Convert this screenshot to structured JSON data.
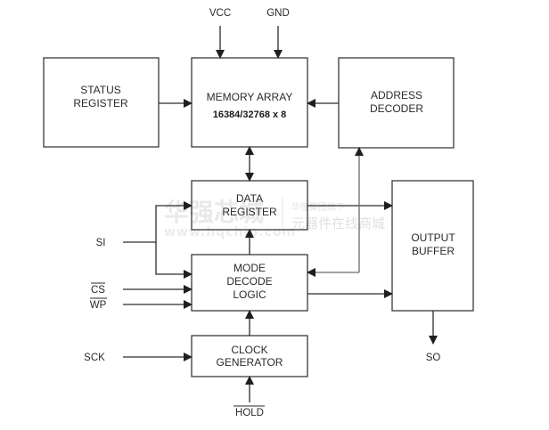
{
  "diagram": {
    "blocks": {
      "status_register": [
        "STATUS",
        "REGISTER"
      ],
      "memory_array": {
        "title": "MEMORY ARRAY",
        "size": "16384/32768 x 8"
      },
      "address_decoder": [
        "ADDRESS",
        "DECODER"
      ],
      "data_register": [
        "DATA",
        "REGISTER"
      ],
      "mode_decode_logic": [
        "MODE",
        "DECODE",
        "LOGIC"
      ],
      "clock_generator": [
        "CLOCK",
        "GENERATOR"
      ],
      "output_buffer": [
        "OUTPUT",
        "BUFFER"
      ]
    },
    "pins": {
      "vcc": "VCC",
      "gnd": "GND",
      "si": "SI",
      "cs": "CS",
      "wp": "WP",
      "sck": "SCK",
      "hold": "HOLD",
      "so": "SO"
    },
    "active_low_pins": [
      "CS",
      "WP",
      "HOLD"
    ],
    "connections": [
      {
        "from": "VCC",
        "to": "MEMORY ARRAY"
      },
      {
        "from": "GND",
        "to": "MEMORY ARRAY"
      },
      {
        "from": "STATUS REGISTER",
        "to": "MEMORY ARRAY"
      },
      {
        "from": "ADDRESS DECODER",
        "to": "MEMORY ARRAY"
      },
      {
        "from": "MEMORY ARRAY",
        "to": "DATA REGISTER",
        "bidirectional": true
      },
      {
        "from": "SI",
        "to": "DATA REGISTER"
      },
      {
        "from": "SI",
        "to": "MODE DECODE LOGIC"
      },
      {
        "from": "CS",
        "to": "MODE DECODE LOGIC"
      },
      {
        "from": "WP",
        "to": "MODE DECODE LOGIC"
      },
      {
        "from": "MODE DECODE LOGIC",
        "to": "DATA REGISTER"
      },
      {
        "from": "MODE DECODE LOGIC",
        "to": "ADDRESS DECODER"
      },
      {
        "from": "MODE DECODE LOGIC",
        "to": "OUTPUT BUFFER"
      },
      {
        "from": "DATA REGISTER",
        "to": "OUTPUT BUFFER"
      },
      {
        "from": "SCK",
        "to": "CLOCK GENERATOR"
      },
      {
        "from": "HOLD",
        "to": "CLOCK GENERATOR"
      },
      {
        "from": "CLOCK GENERATOR",
        "to": "MODE DECODE LOGIC"
      },
      {
        "from": "OUTPUT BUFFER",
        "to": "SO"
      }
    ]
  },
  "watermark": {
    "brand": "华强芯城",
    "url": "www.hqchip.com",
    "tagline_1": "华强集团旗下",
    "tagline_2": "元器件在线商城"
  }
}
